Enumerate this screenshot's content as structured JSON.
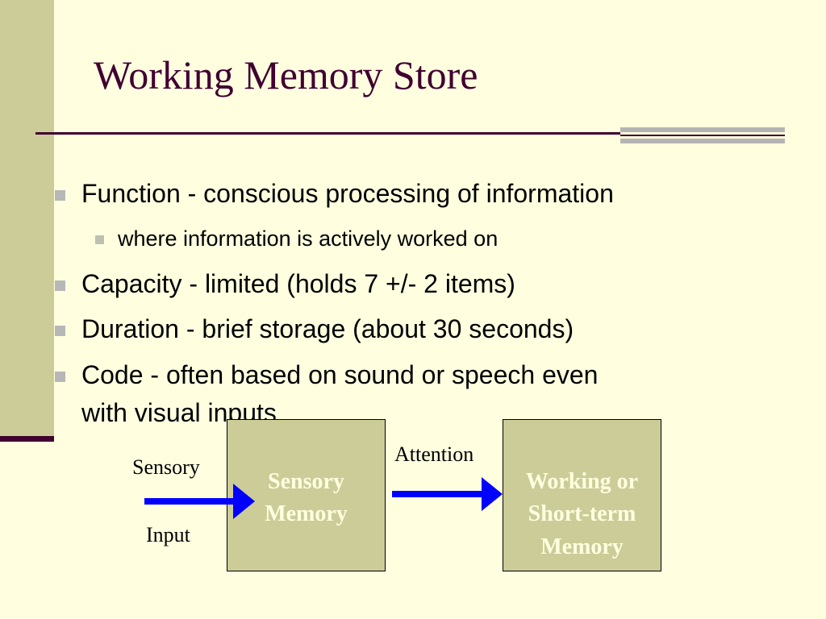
{
  "slide": {
    "title": "Working Memory Store",
    "bullets": [
      {
        "level": 1,
        "text": "Function - conscious processing of information"
      },
      {
        "level": 2,
        "text": "where information is actively worked on"
      },
      {
        "level": 1,
        "text": "Capacity - limited (holds 7 +/- 2 items)"
      },
      {
        "level": 1,
        "text": "Duration - brief storage (about 30 seconds)"
      },
      {
        "level": 1,
        "text": "Code - often based on sound or speech even"
      },
      {
        "level": 0,
        "text": "with visual inputs"
      }
    ]
  },
  "diagram": {
    "input_label_top": "Sensory",
    "input_label_bottom": "Input",
    "arrow_label": "Attention",
    "box1": {
      "line1": "Sensory",
      "line2": "Memory"
    },
    "box2": {
      "line1": "Working or",
      "line2": "Short-term",
      "line3": "Memory"
    },
    "colors": {
      "background": "#ffffe0",
      "box_fill": "#cccc99",
      "box_text": "#ffffe0",
      "arrow": "#0000ff",
      "title": "#400030"
    }
  }
}
